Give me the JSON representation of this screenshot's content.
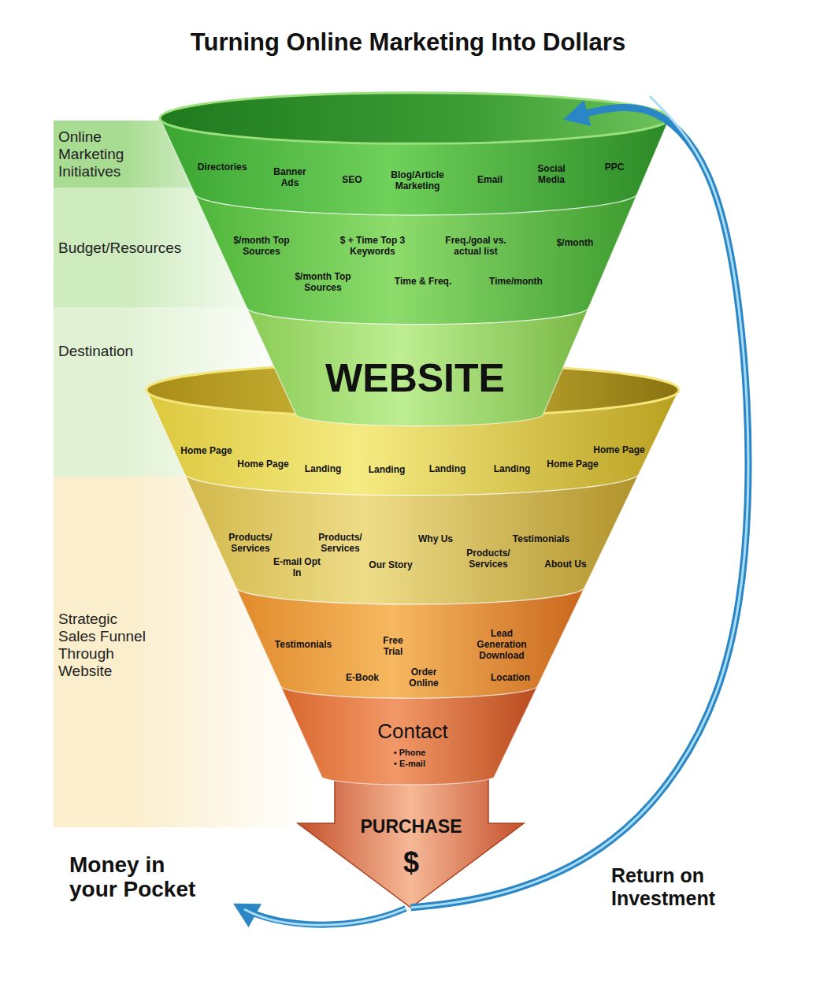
{
  "diagram": {
    "title": "Turning Online Marketing Into Dollars",
    "nodes": [
      {
        "text": [
          "Online Marketing Initiatives"
        ]
      },
      {
        "text": [
          "Budget/Resources"
        ]
      },
      {
        "text": [
          "Destination"
        ]
      },
      {
        "text": [
          "Strategic Sales Funnel Through Website"
        ]
      },
      {
        "text": [
          "Directories",
          "Banner Ads",
          "SEO",
          "Blog/Article Marketing",
          "Email",
          "Social Media",
          "PPC"
        ]
      },
      {
        "text": [
          "$/month Top Sources",
          "$ + Time Top 3 Keywords",
          "Freq./goal vs. actual list",
          "$/month",
          "$/month Top Sources",
          "Time & Freq.",
          "Time/month"
        ]
      },
      {
        "text": [
          "WEBSITE"
        ]
      },
      {
        "text": [
          "Home Page",
          "Home Page",
          "Landing",
          "Landing",
          "Landing",
          "Landing",
          "Home Page",
          "Home Page"
        ]
      },
      {
        "text": [
          "Products/ Services",
          "Products/ Services",
          "Why Us",
          "Testimonials",
          "E-mail Opt In",
          "Our Story",
          "Products/ Services",
          "About Us"
        ]
      },
      {
        "text": [
          "Testimonials",
          "Free Trial",
          "Lead Generation Download",
          "E-Book",
          "Order Online",
          "Location"
        ]
      },
      {
        "text": [
          "Contact",
          "• Phone",
          "• E-mail"
        ]
      },
      {
        "text": [
          "PURCHASE",
          "$"
        ]
      }
    ],
    "edges": [
      {
        "from": 11,
        "to": 4,
        "label": "Return on Investment",
        "arrow": "to"
      }
    ],
    "labels": [
      "Money in your Pocket"
    ]
  }
}
